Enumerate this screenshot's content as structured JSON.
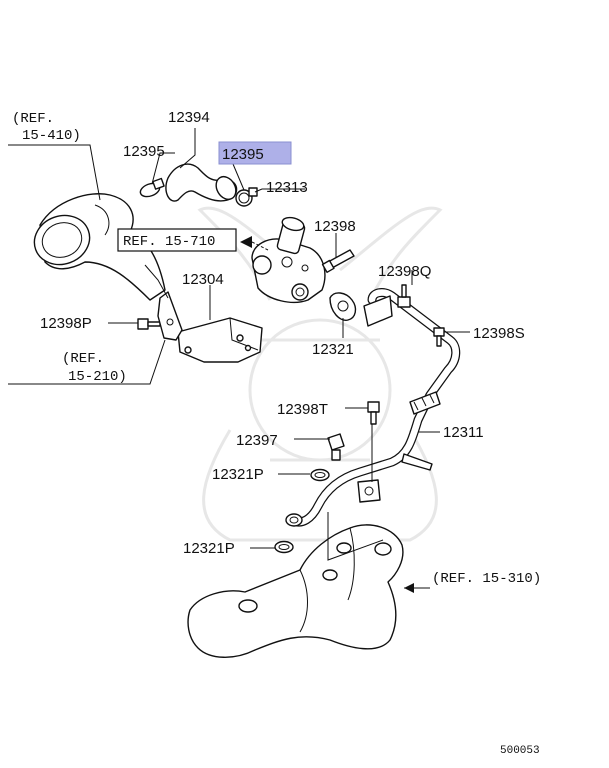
{
  "diagram": {
    "highlight_color": "#aeb0e8",
    "labels": {
      "p12394": "12394",
      "p12395_left": "12395",
      "p12395_highlight": "12395",
      "p12313": "12313",
      "p12398": "12398",
      "p12304": "12304",
      "p12398Q": "12398Q",
      "p12398P": "12398P",
      "p12321": "12321",
      "p12398S": "12398S",
      "p12398T": "12398T",
      "p12311": "12311",
      "p12397": "12397",
      "p12321P_a": "12321P",
      "p12321P_b": "12321P"
    },
    "refs": {
      "ref_15_410_line1": "(REF.",
      "ref_15_410_line2": "15-410)",
      "ref_15_710": "REF. 15-710",
      "ref_15_210_line1": "(REF.",
      "ref_15_210_line2": "15-210)",
      "ref_15_310": "(REF. 15-310)"
    },
    "diagram_code": "500053"
  }
}
